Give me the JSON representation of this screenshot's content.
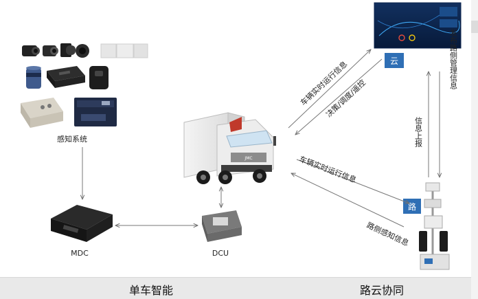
{
  "labels": {
    "sensing": "感知系统",
    "mdc": "MDC",
    "dcu": "DCU",
    "cloud": "云",
    "road": "路",
    "jmc": "JMC"
  },
  "arrows": {
    "truck_to_cloud": "车辆实时运行信息",
    "cloud_to_truck": "决策/调度/遥控",
    "cloud_to_road": "发布路侧管理信息",
    "road_to_cloud": "信息上报",
    "truck_to_road": "车辆实时运行信息",
    "road_to_truck": "路侧感知信息"
  },
  "footer": {
    "left": "单车智能",
    "right": "路云协同"
  },
  "colors": {
    "badge": "#2f6fb5",
    "arrow": "#777777",
    "footer_bg": "#e9e9e9"
  }
}
